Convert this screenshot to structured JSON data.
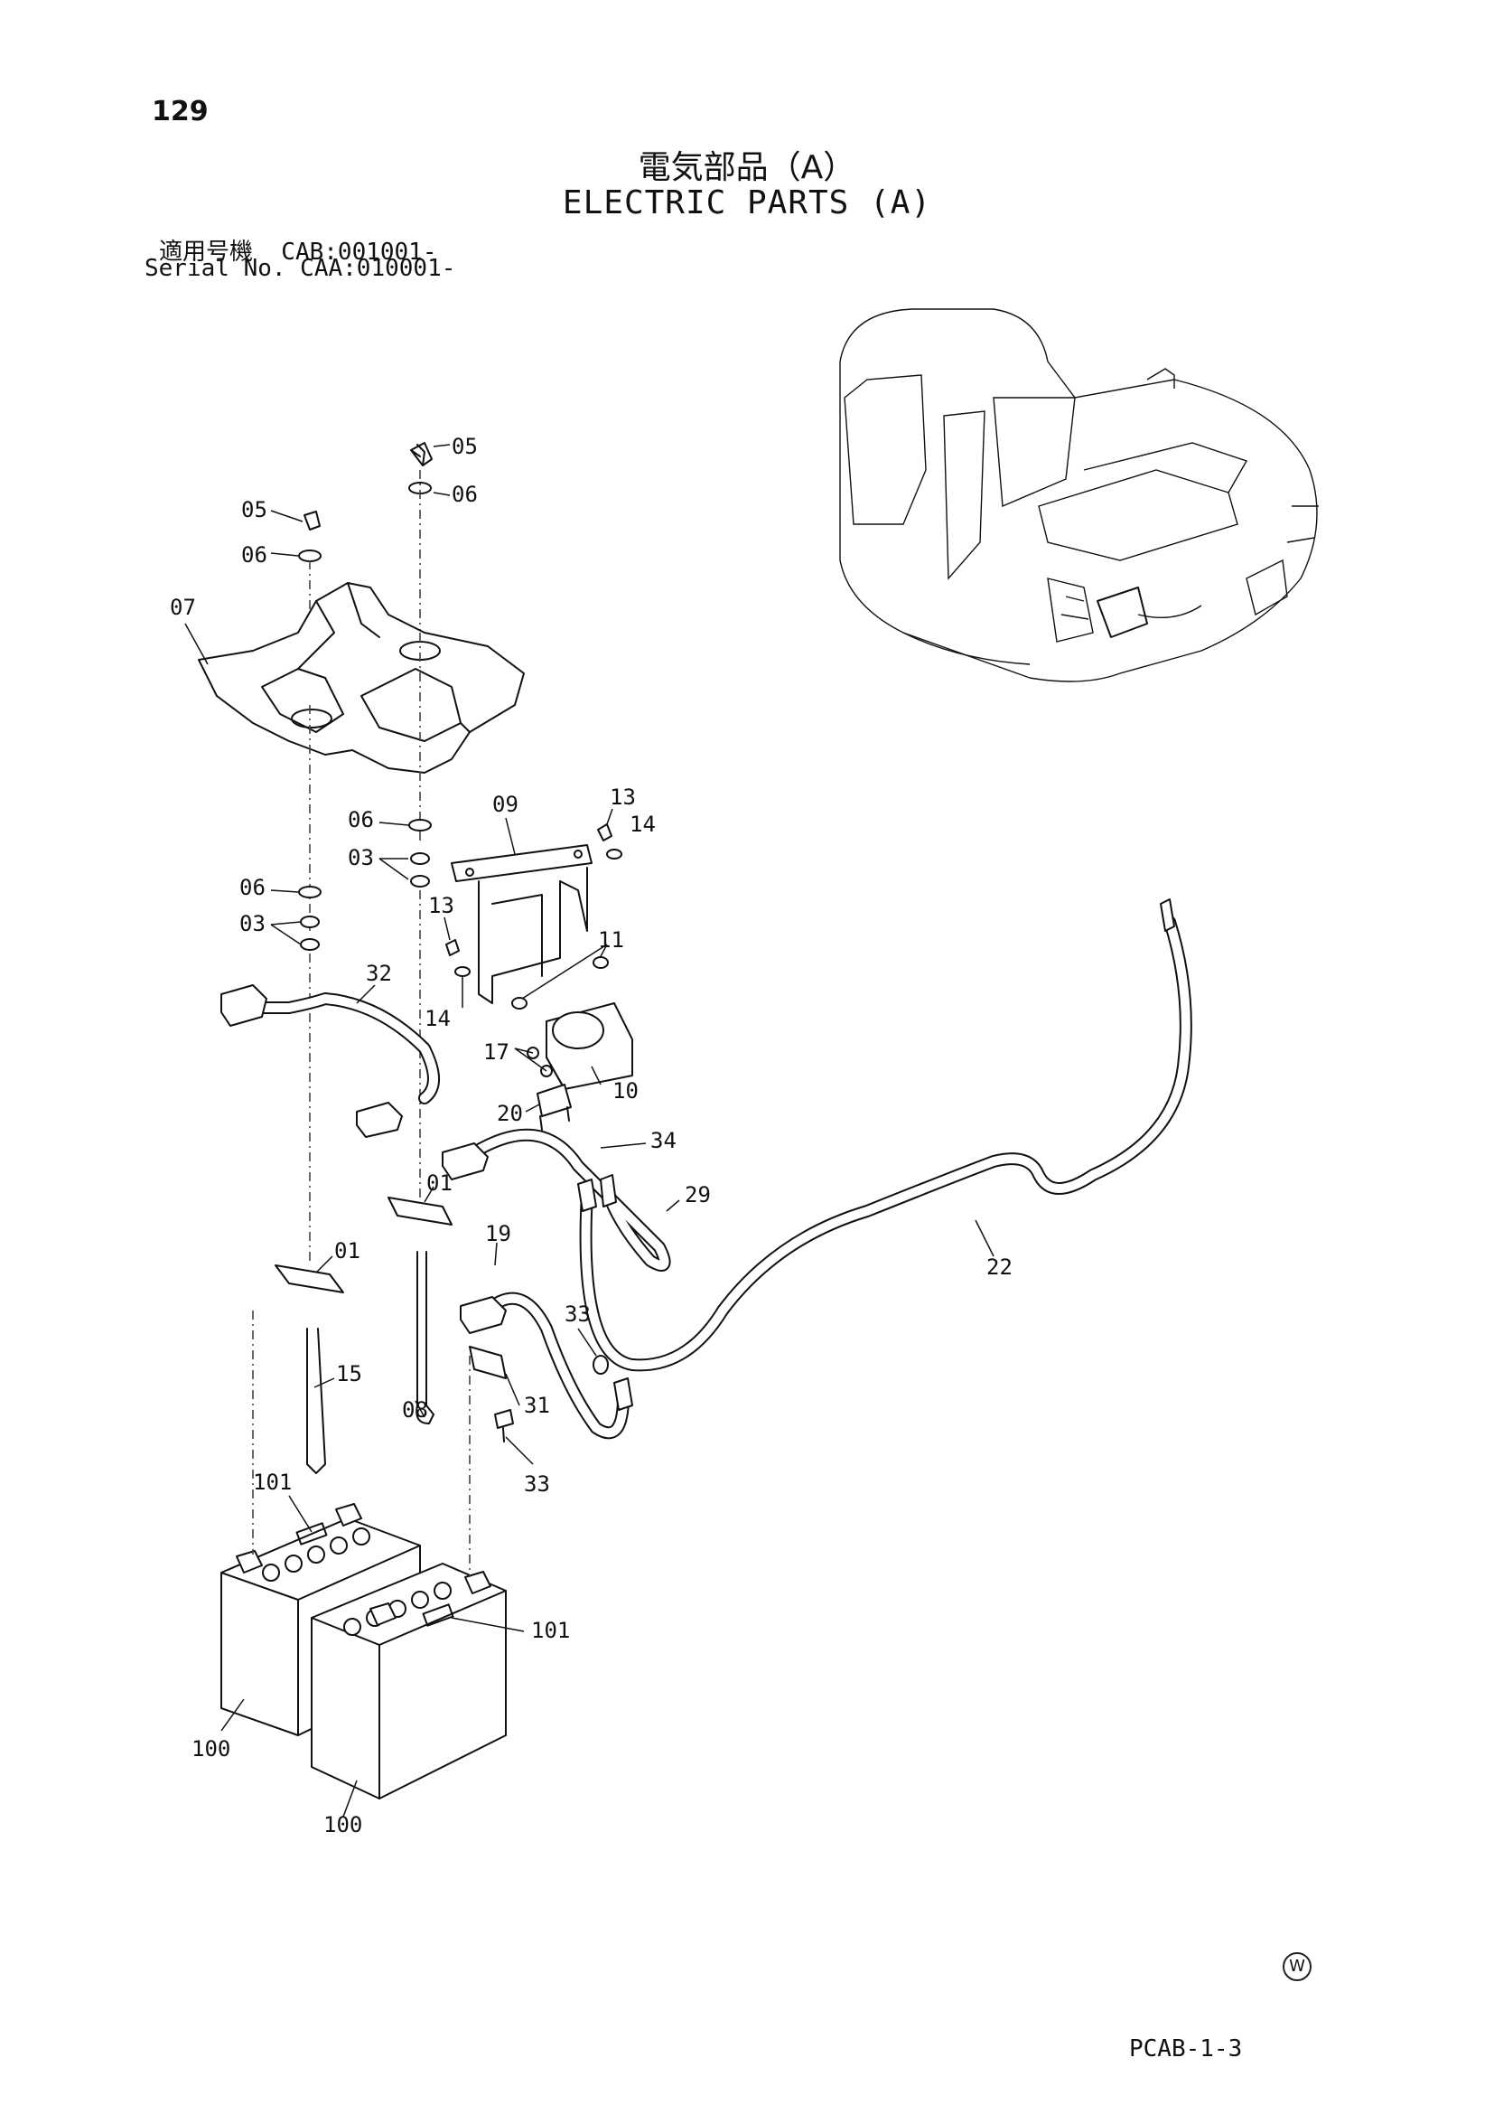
{
  "header": {
    "page_number": "129",
    "title_jp": "電気部品（A）",
    "title_en": "ELECTRIC PARTS (A)",
    "serial_line_1": "適用号機  CAB:001001-",
    "serial_line_2": "Serial No. CAA:010001-"
  },
  "diagram": {
    "callouts": [
      {
        "id": "c05a",
        "label": "05"
      },
      {
        "id": "c06a",
        "label": "06"
      },
      {
        "id": "c05b",
        "label": "05"
      },
      {
        "id": "c06b",
        "label": "06"
      },
      {
        "id": "c07",
        "label": "07"
      },
      {
        "id": "c06c",
        "label": "06"
      },
      {
        "id": "c03a",
        "label": "03"
      },
      {
        "id": "c06d",
        "label": "06"
      },
      {
        "id": "c03b",
        "label": "03"
      },
      {
        "id": "c09",
        "label": "09"
      },
      {
        "id": "c13a",
        "label": "13"
      },
      {
        "id": "c14a",
        "label": "14"
      },
      {
        "id": "c13b",
        "label": "13"
      },
      {
        "id": "c14b",
        "label": "14"
      },
      {
        "id": "c11",
        "label": "11"
      },
      {
        "id": "c32",
        "label": "32"
      },
      {
        "id": "c17",
        "label": "17"
      },
      {
        "id": "c10",
        "label": "10"
      },
      {
        "id": "c20",
        "label": "20"
      },
      {
        "id": "c34",
        "label": "34"
      },
      {
        "id": "c29",
        "label": "29"
      },
      {
        "id": "c01a",
        "label": "01"
      },
      {
        "id": "c01b",
        "label": "01"
      },
      {
        "id": "c19",
        "label": "19"
      },
      {
        "id": "c22",
        "label": "22"
      },
      {
        "id": "c33a",
        "label": "33"
      },
      {
        "id": "c15",
        "label": "15"
      },
      {
        "id": "c08",
        "label": "08"
      },
      {
        "id": "c31",
        "label": "31"
      },
      {
        "id": "c33b",
        "label": "33"
      },
      {
        "id": "c101a",
        "label": "101"
      },
      {
        "id": "c101b",
        "label": "101"
      },
      {
        "id": "c100a",
        "label": "100"
      },
      {
        "id": "c100b",
        "label": "100"
      }
    ]
  },
  "footer": {
    "watermark": "W",
    "page_code": "PCAB-1-3"
  }
}
